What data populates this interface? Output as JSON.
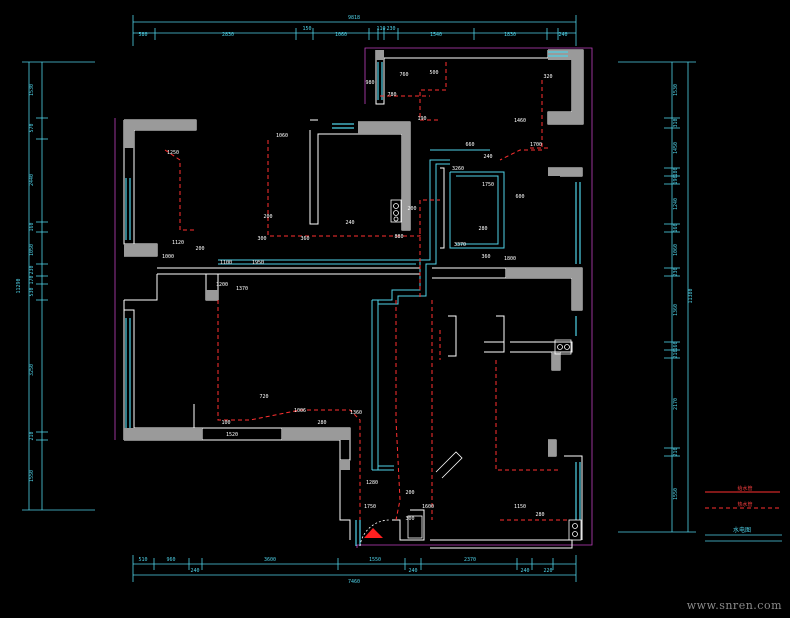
{
  "top_dims": {
    "overall": "9818",
    "segments": [
      "580",
      "2830",
      "150",
      "1060",
      "110",
      "230",
      "1540",
      "1830",
      "240"
    ]
  },
  "bottom_dims": {
    "overall": "7460",
    "segments": [
      "510",
      "960",
      "240",
      "3600",
      "1550",
      "240",
      "2370",
      "240",
      "220"
    ]
  },
  "left_dims": {
    "overall": "11290",
    "segments": [
      "1530",
      "570",
      "2440",
      "160",
      "1050",
      "230",
      "170",
      "530",
      "3250",
      "210",
      "1550"
    ]
  },
  "right_dims": {
    "overall": "11380",
    "segments": [
      "1530",
      "310",
      "1450",
      "180",
      "190",
      "1240",
      "160",
      "1060",
      "230",
      "1360",
      "160",
      "210",
      "2170",
      "210",
      "1550"
    ]
  },
  "room_dims": [
    "1060",
    "1250",
    "200",
    "300",
    "360",
    "880",
    "760",
    "500",
    "780",
    "980",
    "190",
    "320",
    "1460",
    "1700",
    "660",
    "240",
    "3260",
    "600",
    "1750",
    "280",
    "1800",
    "360",
    "3370",
    "200",
    "240",
    "1120",
    "200",
    "1000",
    "1100",
    "1950",
    "1370",
    "1200",
    "1520",
    "720",
    "1006",
    "280",
    "1360",
    "100",
    "1280",
    "1750",
    "200",
    "300",
    "1600",
    "1150",
    "280"
  ],
  "legend": {
    "items": [
      "给水管",
      "热水管"
    ],
    "title": "水电图"
  },
  "watermark": "www.snren.com"
}
